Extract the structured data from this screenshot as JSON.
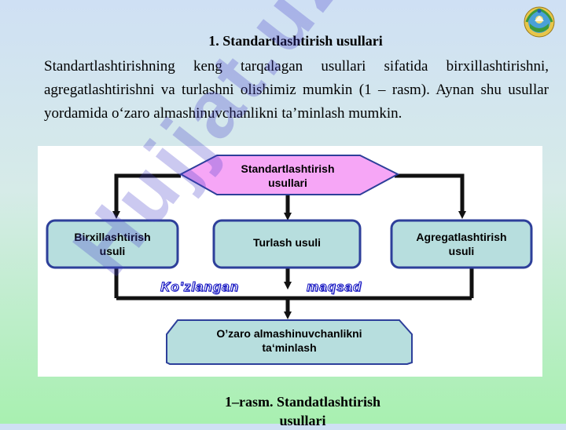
{
  "heading": "1. Standartlashtirish usullari",
  "paragraph": "Standartlashtirishning keng tarqalagan usullari sifatida birxillashtirishni, agregatlashtirishni va turlashni olishimiz mumkin (1 – rasm). Aynan shu usullar yordamida o‘zaro almashinuvchanlikni ta’minlash mumkin.",
  "diagram": {
    "top": [
      "Standartlashtirish",
      "usullari"
    ],
    "left": [
      "Birxillashtirish",
      "usuli"
    ],
    "middle": [
      "Turlash usuli"
    ],
    "right": [
      "Agregatlashtirish",
      "usuli"
    ],
    "goal_word1": "Ko'zlangan",
    "goal_word2": "maqsad",
    "bottom": [
      "O’zaro almashinuvchanlikni",
      "ta‘minlash"
    ]
  },
  "watermark": "Hujjat.uz",
  "caption": [
    "1–rasm. Standatlashtirish",
    "usullari"
  ],
  "colors": {
    "hexagon_fill": "#f6a6f6",
    "box_fill": "#b7dede",
    "box_stroke": "#2d3f9a",
    "arrow": "#111111",
    "goal_text_stroke": "#1010c0"
  },
  "icons": {
    "emblem": "state-emblem-icon"
  }
}
